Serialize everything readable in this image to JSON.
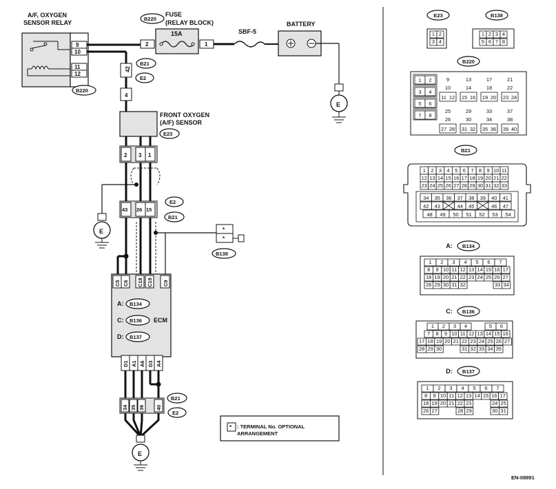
{
  "labels": {
    "af_relay_1": "A/F, OXYGEN",
    "af_relay_2": "SENSOR RELAY",
    "fuse_1": "FUSE",
    "fuse_2": "(RELAY BLOCK)",
    "fuse_amp": "15A",
    "sbf": "SBF-5",
    "battery": "BATTERY",
    "sensor_1": "FRONT OXYGEN",
    "sensor_2": "(A/F) SENSOR",
    "ecm": "ECM",
    "legend_star": "*",
    "legend_1": ": TERMINAL No. OPTIONAL",
    "legend_2": "ARRANGEMENT",
    "doc_code": "EN-08891",
    "ground": "E"
  },
  "ovals": {
    "b220": "B220",
    "b21": "B21",
    "e2": "E2",
    "e23": "E23",
    "b136": "B136",
    "b134": "B134",
    "b137": "B137",
    "b138": "B138"
  },
  "ecm_rows": {
    "a": "A:",
    "c": "C:",
    "d": "D:"
  },
  "pins": {
    "relay": [
      "9",
      "10",
      "11",
      "12"
    ],
    "fuse_left": "2",
    "fuse_right": "1",
    "conn_42": "42",
    "conn_4": "4",
    "sensor_top": [
      "2",
      "3",
      "1"
    ],
    "mid": [
      "43",
      "26",
      "15"
    ],
    "star": [
      "*",
      "*"
    ],
    "ecm_top": [
      "C5",
      "C6",
      "C18",
      "C19",
      "C9"
    ],
    "ecm_bottom": [
      "D1",
      "A1",
      "A6",
      "D3",
      "A4"
    ],
    "bottom": [
      "34",
      "35",
      "36",
      "40"
    ]
  },
  "connectors": {
    "e23": [
      "1",
      "2",
      "3",
      "4"
    ],
    "b138": [
      "1",
      "2",
      "3",
      "4",
      "5",
      "6",
      "7",
      "8"
    ],
    "b220_left": [
      "1",
      "2",
      "3",
      "4",
      "5",
      "6",
      "7",
      "8"
    ],
    "b220_grid": [
      [
        "9",
        "13",
        "17",
        "21"
      ],
      [
        "10",
        "14",
        "18",
        "22"
      ],
      [
        "11",
        "12",
        "15",
        "16",
        "19",
        "20",
        "23",
        "24"
      ],
      [
        "25",
        "29",
        "33",
        "37"
      ],
      [
        "26",
        "30",
        "34",
        "38"
      ],
      [
        "27",
        "28",
        "31",
        "32",
        "35",
        "36",
        "39",
        "40"
      ]
    ],
    "b21_rows": [
      [
        "1",
        "2",
        "3",
        "4",
        "5",
        "6",
        "7",
        "8",
        "9",
        "10",
        "11"
      ],
      [
        "12",
        "13",
        "14",
        "15",
        "16",
        "17",
        "18",
        "19",
        "20",
        "21",
        "22"
      ],
      [
        "23",
        "24",
        "25",
        "26",
        "27",
        "28",
        "29",
        "30",
        "31",
        "32",
        "33"
      ]
    ],
    "b21_lower": [
      [
        "34",
        "35",
        "36",
        "37",
        "38",
        "39",
        "40",
        "41"
      ],
      [
        "42",
        "43",
        "",
        "44",
        "45",
        "",
        "46",
        "47"
      ],
      [
        "48",
        "49",
        "50",
        "51",
        "52",
        "53",
        "54"
      ]
    ],
    "b134_rows": [
      [
        "1",
        "2",
        "3",
        "4",
        "5",
        "6",
        "7"
      ],
      [
        "8",
        "9",
        "10",
        "11",
        "12",
        "13",
        "14",
        "15",
        "16",
        "17"
      ],
      [
        "18",
        "19",
        "20",
        "21",
        "22",
        "23",
        "24",
        "25",
        "26",
        "27"
      ],
      [
        "28",
        "29",
        "30",
        "31",
        "32",
        "33",
        "34"
      ]
    ],
    "b136_rows": [
      [
        "1",
        "2",
        "3",
        "4",
        "5",
        "6"
      ],
      [
        "7",
        "8",
        "9",
        "10",
        "11",
        "12",
        "13",
        "14",
        "15",
        "16"
      ],
      [
        "17",
        "18",
        "19",
        "20",
        "21",
        "22",
        "23",
        "24",
        "25",
        "26",
        "27"
      ],
      [
        "28",
        "29",
        "30",
        "31",
        "32",
        "33",
        "34",
        "35"
      ]
    ],
    "b137_rows": [
      [
        "1",
        "2",
        "3",
        "4",
        "5",
        "6",
        "7"
      ],
      [
        "8",
        "9",
        "10",
        "11",
        "12",
        "13",
        "14",
        "15",
        "16",
        "17"
      ],
      [
        "18",
        "19",
        "20",
        "21",
        "22",
        "23",
        "24",
        "25"
      ],
      [
        "26",
        "27",
        "28",
        "29",
        "30",
        "31"
      ]
    ],
    "a_label": "A:",
    "c_label": "C:",
    "d_label": "D:"
  }
}
